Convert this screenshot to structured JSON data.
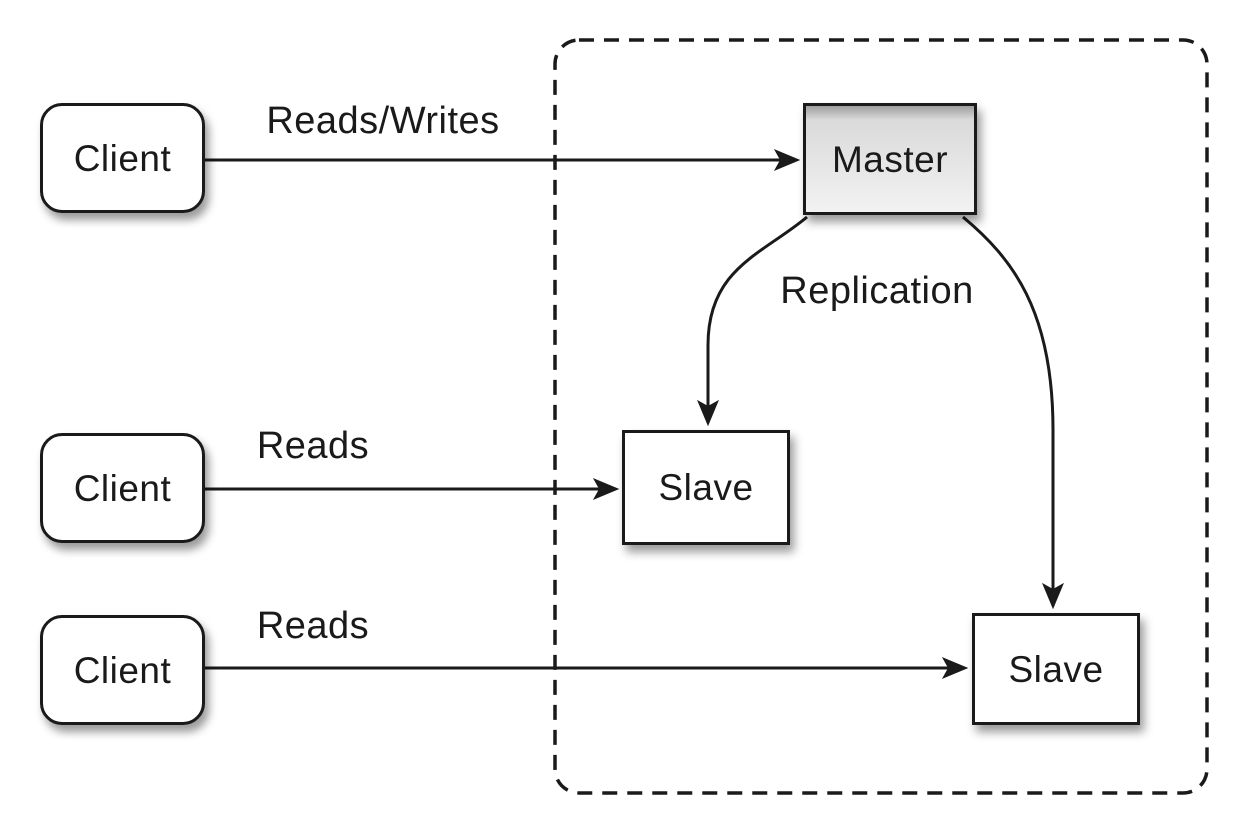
{
  "diagram_type": "master-slave-replication",
  "colors": {
    "background": "#ffffff",
    "stroke": "#1a1a1a",
    "node_fill": "#ffffff",
    "master_top": "#9e9e9e",
    "master_mid": "#dadada",
    "master_bottom": "#f2f2f2"
  },
  "nodes": {
    "client1": {
      "label": "Client"
    },
    "client2": {
      "label": "Client"
    },
    "client3": {
      "label": "Client"
    },
    "master": {
      "label": "Master"
    },
    "slave1": {
      "label": "Slave"
    },
    "slave2": {
      "label": "Slave"
    }
  },
  "edges": {
    "reads_writes": {
      "label": "Reads/Writes"
    },
    "reads_mid": {
      "label": "Reads"
    },
    "reads_bottom": {
      "label": "Reads"
    },
    "replication": {
      "label": "Replication"
    }
  }
}
